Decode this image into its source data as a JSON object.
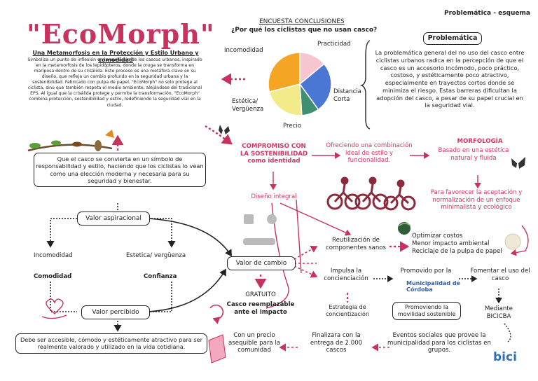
{
  "header": {
    "right_title": "Problemática - esquema"
  },
  "brand": {
    "title": "\"EcoMorph\"",
    "subtitle": "Una Metamorfosis en la Protección y Estilo Urbano y comodidad",
    "description": "Simboliza un punto de inflexión en la evolución de los cascos urbanos, inspirado en la metamorfosis de los lepidópteros, donde la oruga se transforma en mariposa dentro de su crisálida. Este proceso es una metáfora clave en su diseño, que refleja un cambio profundo en la seguridad urbana y la sostenibilidad. Fabricado con pulpa de papel, \"EcoMorph\" no solo protege al ciclista, sino que también respeta el medio ambiente, alejándose del tradicional EPS. Al igual que la crisálida protege y permite la transformación, \"EcoMorph\" combina protección, sostenibilidad y estilo, redefiniendo la seguridad vial en la ciudad."
  },
  "survey": {
    "title": "ENCUESTA CONCLUSIONES",
    "question": "¿Por qué los ciclistas que no usan casco?",
    "labels": {
      "incomodidad": "Incomodidad",
      "practicidad": "Practicidad",
      "distancia": "Distancia\nCorta",
      "precio": "Precio",
      "estetica": "Estética/\nVergüenza"
    }
  },
  "chart_data": {
    "type": "pie",
    "categories": [
      "Practicidad",
      "Distancia Corta",
      "Precio",
      "Estética/ Vergüenza",
      "Incomodidad"
    ],
    "values": [
      14,
      26,
      9,
      22,
      29
    ],
    "colors": [
      "#f7c5cf",
      "#4a77d4",
      "#3f8f72",
      "#f3ea8a",
      "#f5a524"
    ]
  },
  "problem": {
    "title": "Problemática",
    "p1": "La problemática general del no uso del casco entre ciclistas urbanos radica en la percepción de que el casco es un accesorio incómodo, poco práctico, costoso, y estéticamente poco atractivo, especialmente en trayectos cortos donde se minimiza el riesgo. Estas barreras dificultan la adopción del casco, a pesar de su papel crucial en la seguridad vial."
  },
  "nodes": {
    "symbol_box": "Que el casco se convierta en un símbolo de responsabilidad y estilo, haciendo que los ciclistas lo vean como una elección moderna y necesaria para su seguridad y bienestar.",
    "valor_aspiracional": "Valor aspiracional",
    "incomodidad": "Incomodidad",
    "estetica_verguenza": "Estetica/ vergüenza",
    "comodidad": "Comodidad",
    "confianza": "Confianza",
    "valor_percibido": "Valor percibido",
    "accesible_box": "Debe ser accesible, cómodo y estéticamente atractivo para ser realmente valorado y utilizado en la vida cotidiana.",
    "valor_cambio": "Valor de cambio",
    "gratuito": "GRATUITO",
    "casco_reemplazable": "Casco reemplazable ante el impacto",
    "compromiso": "COMPROMISO CON LA SOSTENIBILIDAD como identidad",
    "diseno_integral": "Diseño integral",
    "ofreciendo": "Ofreciendo una combinación ideal de estilo y funcionalidad.",
    "morfologia_title": "MORFOLOGÍA",
    "morfologia_text": "Basado en una estética natural y fluida",
    "favorecer": "Para favorecer la aceptación y normalización de un enfoque minimalista y ecológico",
    "reutilizacion": "Reutilización de componentes sanos",
    "optimizar": "Optimizar costos\nMenor impacto ambiental\nReciclaje de la pulpa de papel",
    "impulsa": "Impulsa la concienciación",
    "promovido": "Promovido por la",
    "municipalidad": "Municipalidad de Córdoba",
    "fomentar": "Fomentar el uso del casco",
    "estrategia": "Estrategia de concientización",
    "promoviendo": "Promoviendo la movilidad sostenible",
    "mediante": "Mediante BICICBA",
    "eventos": "Eventos sociales que provee la municipalidad para los ciclistas en grupos.",
    "finalizara": "Finalizara con la entrega de 2.000 cascos",
    "con_precio": "Con un precio asequible para la comunidad",
    "bici_logo": "bici"
  },
  "colors": {
    "accent": "#c8325e",
    "dark": "#222222"
  }
}
